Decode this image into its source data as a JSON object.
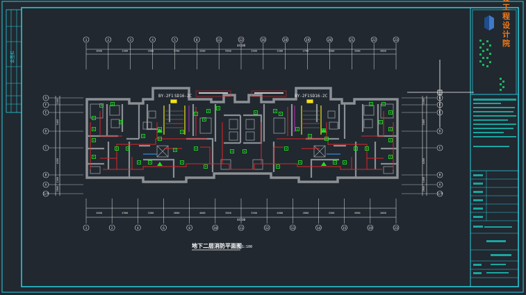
{
  "drawing": {
    "title": "地下二层消防平面图",
    "scale": "1:100",
    "stair_left_a": "BY-2F1",
    "stair_left_b": "SD16-2C",
    "stair_right_a": "BY-2F1",
    "stair_right_b": "SD16-2C",
    "top_total": "44100",
    "bottom_total": "44100",
    "top_axes": [
      "1",
      "2",
      "3",
      "4",
      "5",
      "8",
      "11",
      "12",
      "16",
      "18",
      "19",
      "20",
      "21",
      "22",
      "23"
    ],
    "top_dims": [
      "3600",
      "3300",
      "3300",
      "2700",
      "3300",
      "5500",
      "3300",
      "3300",
      "2700",
      "3300",
      "3300",
      "3600"
    ],
    "bottom_axes": [
      "1",
      "2",
      "4",
      "6",
      "8",
      "10",
      "11",
      "12",
      "13",
      "14",
      "15",
      "19",
      "23"
    ],
    "bottom_dims": [
      "2600",
      "4900",
      "3300",
      "2800",
      "4600",
      "3500",
      "3300",
      "4600",
      "2800",
      "3300",
      "4900",
      "2600"
    ],
    "left_rows": [
      "G",
      "F",
      "E",
      "D",
      "C",
      "B",
      "A",
      "1/A"
    ],
    "left_dims": [
      "1500",
      "2400",
      "4200",
      "1500",
      "2900"
    ],
    "right_rows": [
      "G",
      "F",
      "E",
      "D",
      "C",
      "B",
      "A",
      "1/A"
    ]
  },
  "titleblock": {
    "company": "建设工程设计院",
    "vertical_label": "会签栏"
  },
  "colors": {
    "background": "#212830",
    "frame": "#2ad1e0",
    "wall": "#8c9094",
    "pipe": "#e0262a",
    "device": "#1fe01f",
    "accent": "#f07a1a",
    "stair": "#f2e21a",
    "logo": "#1e4c8c"
  }
}
